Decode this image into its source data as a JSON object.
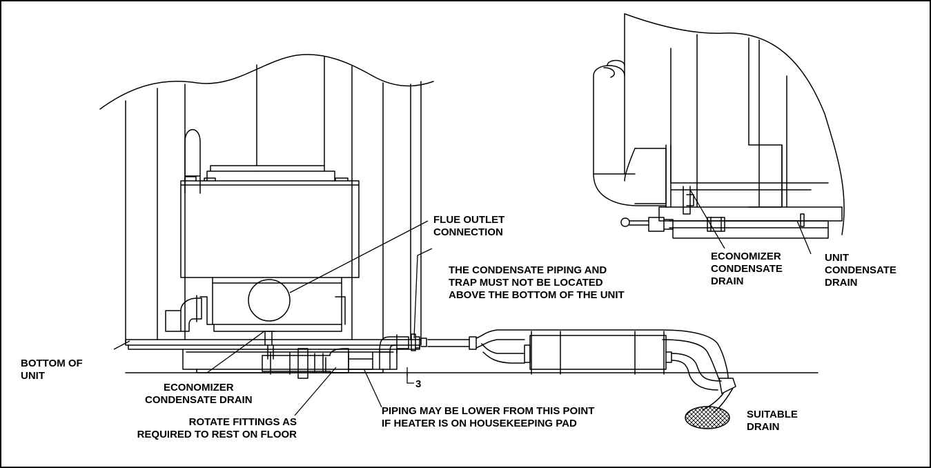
{
  "labels": {
    "flue_outlet": "FLUE OUTLET\nCONNECTION",
    "condensate_note": "THE CONDENSATE PIPING AND\nTRAP MUST NOT BE LOCATED\nABOVE THE BOTTOM OF THE UNIT",
    "bottom_of_unit": "BOTTOM OF\nUNIT",
    "economizer_main": "ECONOMIZER\nCONDENSATE DRAIN",
    "rotate_fittings": "ROTATE FITTINGS AS\nREQUIRED TO REST ON FLOOR",
    "piping_lower": "PIPING MAY BE LOWER FROM THIS POINT\nIF HEATER IS ON HOUSEKEEPING PAD",
    "dimension": "3",
    "suitable_drain": "SUITABLE\nDRAIN",
    "economizer_inset": "ECONOMIZER\nCONDENSATE\nDRAIN",
    "unit_condensate": "UNIT\nCONDENSATE\nDRAIN"
  }
}
